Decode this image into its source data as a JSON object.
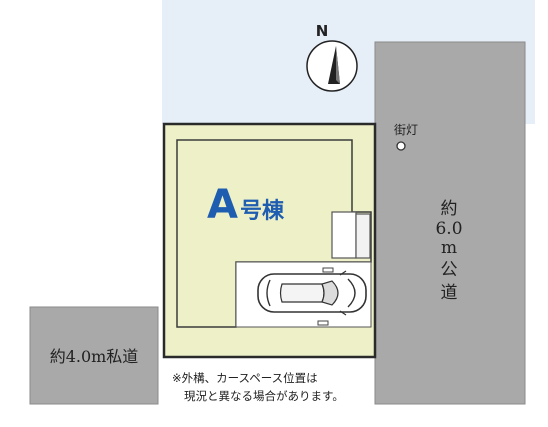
{
  "compass": {
    "letter": "N"
  },
  "building": {
    "prefix": "A",
    "suffix": "号棟"
  },
  "public_road": {
    "chars": [
      "約",
      "6.0",
      "m",
      "公",
      "道"
    ]
  },
  "private_road": {
    "label": "約4.0m私道"
  },
  "street_light": {
    "label": "街灯"
  },
  "note": {
    "line1": "※外構、カースペース位置は",
    "line2": "現況と異なる場合があります。"
  },
  "colors": {
    "sky": "#e6eef8",
    "road": "#a9a9a9",
    "road_edge": "#8a8a8a",
    "lot": "#eef1c8",
    "lot_border": "#2a2a2a",
    "building_text": "#1f5db0",
    "parking": "#ffffff"
  }
}
